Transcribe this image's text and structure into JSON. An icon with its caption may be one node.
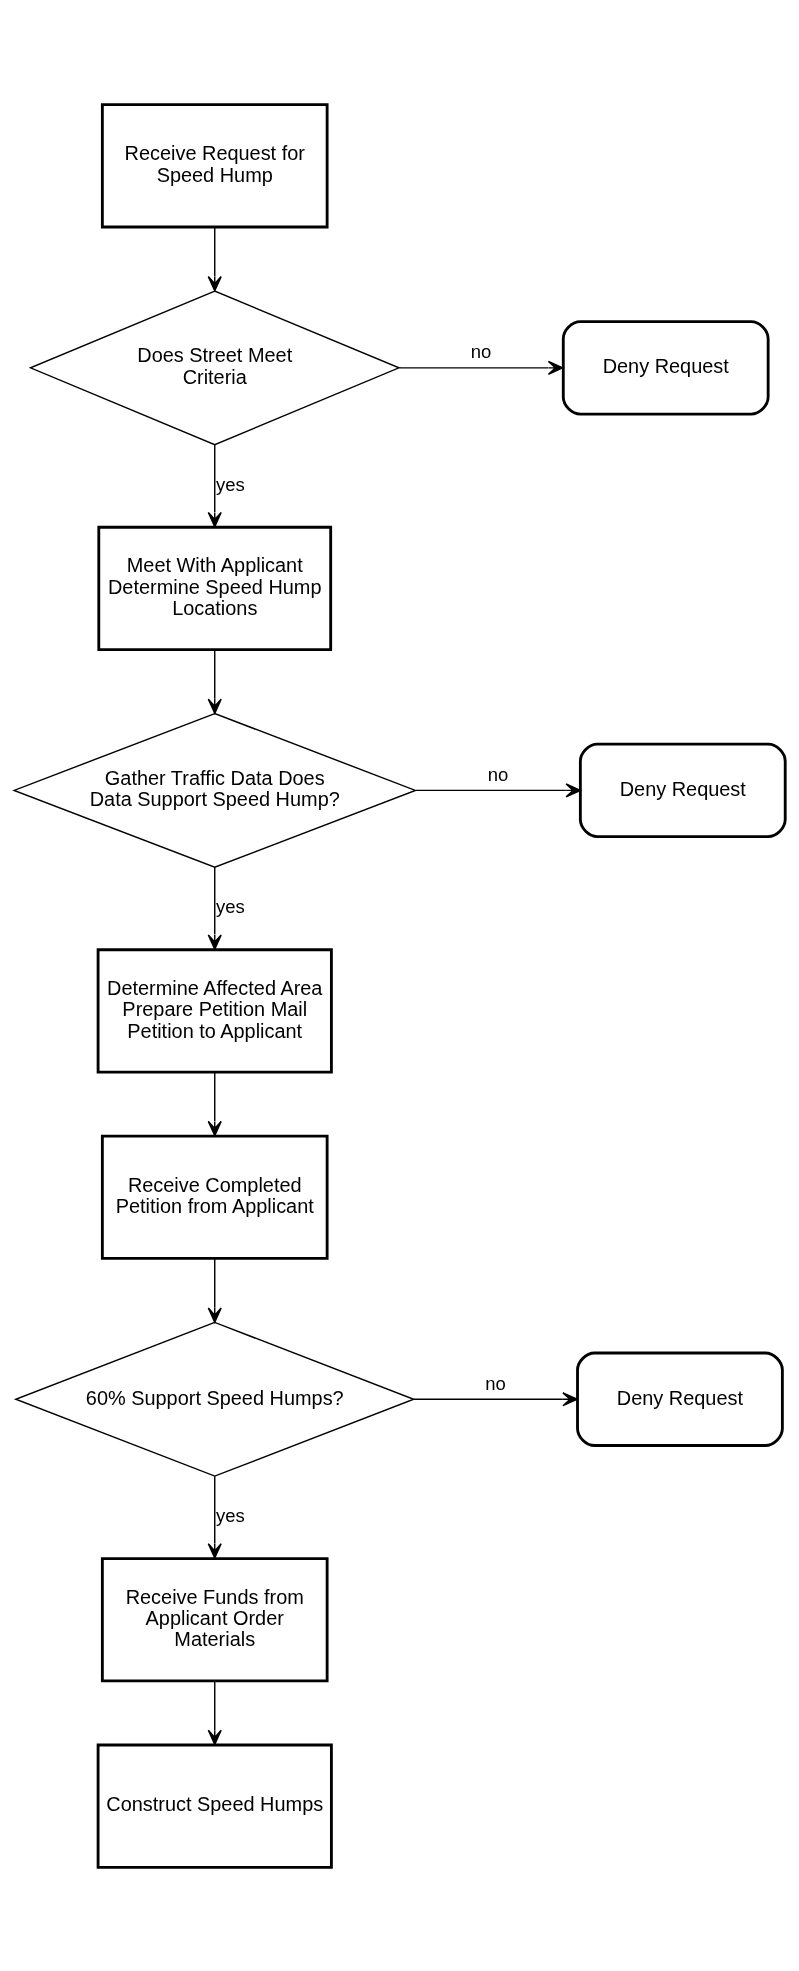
{
  "diagram": {
    "nodes": [
      {
        "text": [
          "Receive Request for Speed Hump"
        ]
      },
      {
        "text": [
          "Does Street Meet Criteria"
        ]
      },
      {
        "text": [
          "Deny Request"
        ]
      },
      {
        "text": [
          "Meet With Applicant Determine Speed Hump Locations"
        ]
      },
      {
        "text": [
          "Gather Traffic Data Does Data Support Speed Hump?"
        ]
      },
      {
        "text": [
          "Deny Request"
        ]
      },
      {
        "text": [
          "Determine Affected Area Prepare Petition Mail Petition to Applicant"
        ]
      },
      {
        "text": [
          "Receive Completed Petition from Applicant"
        ]
      },
      {
        "text": [
          "60% Support Speed Humps?"
        ]
      },
      {
        "text": [
          "Deny Request"
        ]
      },
      {
        "text": [
          "Receive Funds from Applicant Order Materials"
        ]
      },
      {
        "text": [
          "Construct Speed Humps"
        ]
      }
    ],
    "edges": [
      {
        "from": 0,
        "to": 1,
        "arrow": "to"
      },
      {
        "from": 1,
        "to": 2,
        "arrow": "to",
        "label": "no"
      },
      {
        "from": 1,
        "to": 3,
        "arrow": "to",
        "label": "yes"
      },
      {
        "from": 3,
        "to": 4,
        "arrow": "to"
      },
      {
        "from": 4,
        "to": 5,
        "arrow": "to",
        "label": "no"
      },
      {
        "from": 4,
        "to": 6,
        "arrow": "to",
        "label": "yes"
      },
      {
        "from": 6,
        "to": 7,
        "arrow": "to"
      },
      {
        "from": 7,
        "to": 8,
        "arrow": "to"
      },
      {
        "from": 8,
        "to": 9,
        "arrow": "to",
        "label": "no"
      },
      {
        "from": 8,
        "to": 10,
        "arrow": "to",
        "label": "yes"
      },
      {
        "from": 10,
        "to": 11,
        "arrow": "to"
      }
    ]
  }
}
